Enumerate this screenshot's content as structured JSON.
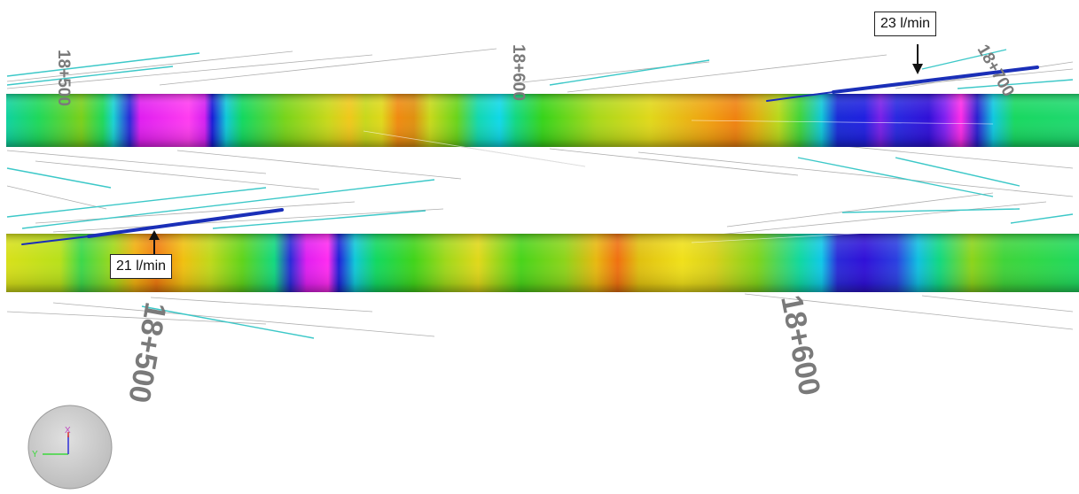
{
  "callouts": {
    "upper": "23 l/min",
    "lower": "21 l/min"
  },
  "chainage_labels": {
    "upper_tunnel": [
      "18+500",
      "18+600",
      "18+700"
    ],
    "lower_tunnel": [
      "18+500",
      "18+600"
    ]
  },
  "axis_triad": {
    "x": "X",
    "y": "Y"
  },
  "colors": {
    "high_inflow_borehole": "#1a2fb8",
    "probe_hole": "#3cc8c8",
    "reference_line": "#9a9a9a",
    "chainage_text": "#777777"
  },
  "tunnels": {
    "upper": [
      [
        0.0,
        "#0fd2a0"
      ],
      [
        0.03,
        "#1fd85a"
      ],
      [
        0.07,
        "#7ad01a"
      ],
      [
        0.09,
        "#1fd85a"
      ],
      [
        0.1,
        "#19d2d2"
      ],
      [
        0.115,
        "#2a2ad8"
      ],
      [
        0.125,
        "#e01ef0"
      ],
      [
        0.17,
        "#ff3cf0"
      ],
      [
        0.185,
        "#d420f0"
      ],
      [
        0.192,
        "#1a1ad6"
      ],
      [
        0.205,
        "#10c8d8"
      ],
      [
        0.22,
        "#12d860"
      ],
      [
        0.26,
        "#78d41a"
      ],
      [
        0.3,
        "#c8d81a"
      ],
      [
        0.32,
        "#f0c81a"
      ],
      [
        0.335,
        "#c8d81a"
      ],
      [
        0.35,
        "#e0d81a"
      ],
      [
        0.365,
        "#f08a10"
      ],
      [
        0.38,
        "#e09010"
      ],
      [
        0.395,
        "#c8d81a"
      ],
      [
        0.42,
        "#6ad41a"
      ],
      [
        0.44,
        "#12d8b0"
      ],
      [
        0.46,
        "#10d8e8"
      ],
      [
        0.475,
        "#12d880"
      ],
      [
        0.5,
        "#36d41a"
      ],
      [
        0.55,
        "#a8d81a"
      ],
      [
        0.6,
        "#e0d81a"
      ],
      [
        0.655,
        "#f0a010"
      ],
      [
        0.68,
        "#f08210"
      ],
      [
        0.7,
        "#e0b010"
      ],
      [
        0.72,
        "#b8d81a"
      ],
      [
        0.74,
        "#40d43a"
      ],
      [
        0.76,
        "#10c8d8"
      ],
      [
        0.775,
        "#1a2ad8"
      ],
      [
        0.8,
        "#2020e0"
      ],
      [
        0.815,
        "#7a20e8"
      ],
      [
        0.83,
        "#2828e0"
      ],
      [
        0.86,
        "#3010d8"
      ],
      [
        0.875,
        "#8020f0"
      ],
      [
        0.89,
        "#ff2ce8"
      ],
      [
        0.905,
        "#2a20d0"
      ],
      [
        0.92,
        "#10c8e0"
      ],
      [
        0.94,
        "#18d860"
      ],
      [
        1.0,
        "#20d870"
      ]
    ],
    "lower": [
      [
        0.0,
        "#d8e01a"
      ],
      [
        0.05,
        "#b8e01a"
      ],
      [
        0.07,
        "#3cd84a"
      ],
      [
        0.1,
        "#a0d81a"
      ],
      [
        0.12,
        "#f0b010"
      ],
      [
        0.14,
        "#f07a10"
      ],
      [
        0.165,
        "#f0c010"
      ],
      [
        0.19,
        "#c0d81a"
      ],
      [
        0.22,
        "#60d41a"
      ],
      [
        0.25,
        "#12d880"
      ],
      [
        0.265,
        "#2a2ad8"
      ],
      [
        0.28,
        "#e01ef0"
      ],
      [
        0.3,
        "#ff2cf0"
      ],
      [
        0.31,
        "#2020d8"
      ],
      [
        0.325,
        "#10c8d8"
      ],
      [
        0.345,
        "#12d860"
      ],
      [
        0.38,
        "#40d41a"
      ],
      [
        0.41,
        "#a0d81a"
      ],
      [
        0.44,
        "#e0d81a"
      ],
      [
        0.48,
        "#48d41a"
      ],
      [
        0.52,
        "#8cd41a"
      ],
      [
        0.55,
        "#e8b810"
      ],
      [
        0.57,
        "#f07010"
      ],
      [
        0.59,
        "#e0c010"
      ],
      [
        0.63,
        "#f0e01a"
      ],
      [
        0.66,
        "#d8d01a"
      ],
      [
        0.7,
        "#80d41a"
      ],
      [
        0.74,
        "#10d8a0"
      ],
      [
        0.76,
        "#10c8e8"
      ],
      [
        0.775,
        "#2a2ad8"
      ],
      [
        0.8,
        "#3010d8"
      ],
      [
        0.83,
        "#2a40e0"
      ],
      [
        0.85,
        "#10c0e0"
      ],
      [
        0.87,
        "#12d880"
      ],
      [
        0.9,
        "#8cd41a"
      ],
      [
        0.93,
        "#40d43a"
      ],
      [
        0.96,
        "#30d848"
      ],
      [
        1.0,
        "#20d860"
      ]
    ]
  }
}
